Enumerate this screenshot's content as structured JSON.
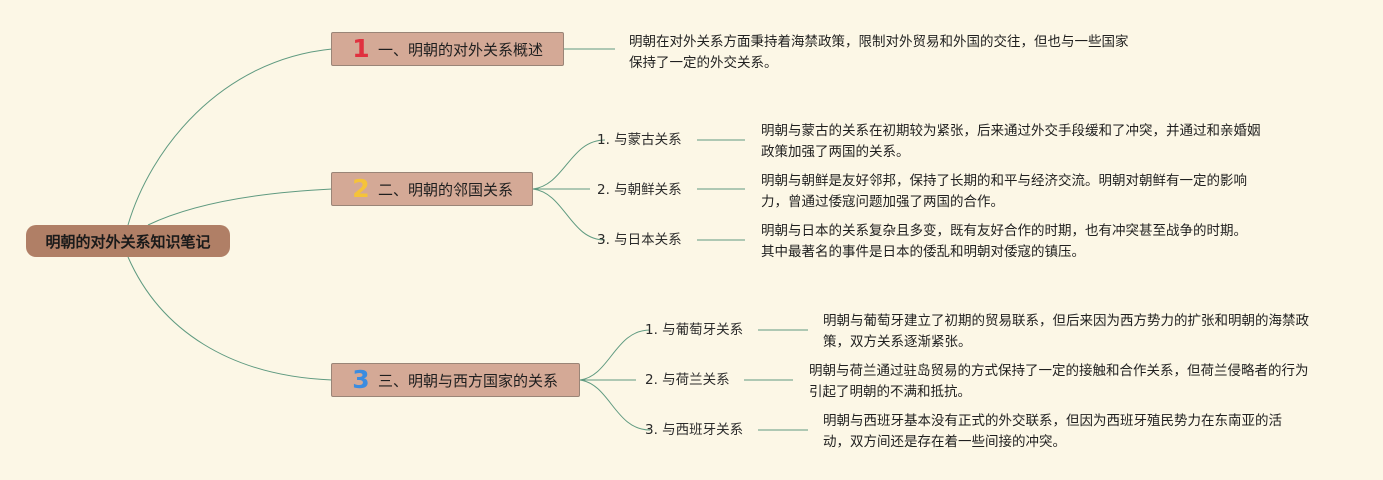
{
  "root": {
    "title": "明朝的对外关系知识笔记"
  },
  "branches": [
    {
      "badge": "1",
      "title": "一、明朝的对外关系概述",
      "description": "明朝在对外关系方面秉持着海禁政策，限制对外贸易和外国的交往，但也与一些国家保持了一定的外交关系。"
    },
    {
      "badge": "2",
      "title": "二、明朝的邻国关系",
      "children": [
        {
          "label": "1. 与蒙古关系",
          "description": "明朝与蒙古的关系在初期较为紧张，后来通过外交手段缓和了冲突，并通过和亲婚姻政策加强了两国的关系。"
        },
        {
          "label": "2. 与朝鲜关系",
          "description": "明朝与朝鲜是友好邻邦，保持了长期的和平与经济交流。明朝对朝鲜有一定的影响力，曾通过倭寇问题加强了两国的合作。"
        },
        {
          "label": "3. 与日本关系",
          "description": "明朝与日本的关系复杂且多变，既有友好合作的时期，也有冲突甚至战争的时期。其中最著名的事件是日本的倭乱和明朝对倭寇的镇压。"
        }
      ]
    },
    {
      "badge": "3",
      "title": "三、明朝与西方国家的关系",
      "children": [
        {
          "label": "1. 与葡萄牙关系",
          "description": "明朝与葡萄牙建立了初期的贸易联系，但后来因为西方势力的扩张和明朝的海禁政策，双方关系逐渐紧张。"
        },
        {
          "label": "2. 与荷兰关系",
          "description": "明朝与荷兰通过驻岛贸易的方式保持了一定的接触和合作关系，但荷兰侵略者的行为引起了明朝的不满和抵抗。"
        },
        {
          "label": "3. 与西班牙关系",
          "description": "明朝与西班牙基本没有正式的外交联系，但因为西班牙殖民势力在东南亚的活动，双方间还是存在着一些间接的冲突。"
        }
      ]
    }
  ],
  "colors": {
    "background": "#fcf7e6",
    "root": "#b07f66",
    "branch": "#d4a996",
    "connector": "#5f9a80",
    "badge_1": "#e0313f",
    "badge_2": "#f5c339",
    "badge_3": "#3b8ce0"
  }
}
